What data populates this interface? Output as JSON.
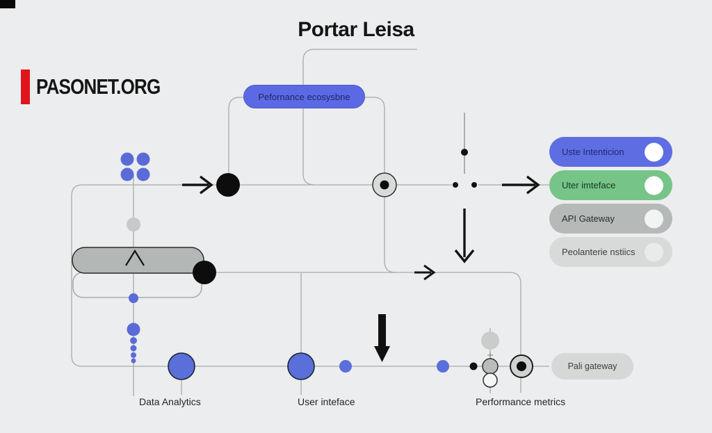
{
  "title": "Portar Leisa",
  "logo": {
    "text": "PASONET.ORG",
    "accent_color": "#e0151b"
  },
  "colors": {
    "background": "#ecedee",
    "line": "#a8abaa",
    "ink": "#141414",
    "node_blue": "#5a6fd9",
    "dot_blue": "#5a6bd8"
  },
  "ecosystem_pill": {
    "label": "Pefornance ecosysbne",
    "color": "#5b6ae4",
    "text_color": "#1c2766"
  },
  "right_pills": [
    {
      "label": "Uste Intenticion",
      "color": "#5e6de2",
      "text_color": "#1d2a6e",
      "knob_color": "#ffffff"
    },
    {
      "label": "Uter imteface",
      "color": "#76c487",
      "text_color": "#153920",
      "knob_color": "#ffffff"
    },
    {
      "label": "API Gateway",
      "color": "#b5b9b8",
      "text_color": "#2c2f2e",
      "knob_color": "#f2f3f3"
    },
    {
      "label": "Peolanterie nstiics",
      "color": "#d7dad9",
      "text_color": "#3a3f3e",
      "knob_color": "#e9ebea"
    }
  ],
  "gateway_pill": {
    "label": "Pali gateway",
    "color": "#d5d8d7"
  },
  "bottom_labels": [
    {
      "label": "Data Analytics"
    },
    {
      "label": "User inteface"
    },
    {
      "label": "Performance metrics"
    }
  ]
}
